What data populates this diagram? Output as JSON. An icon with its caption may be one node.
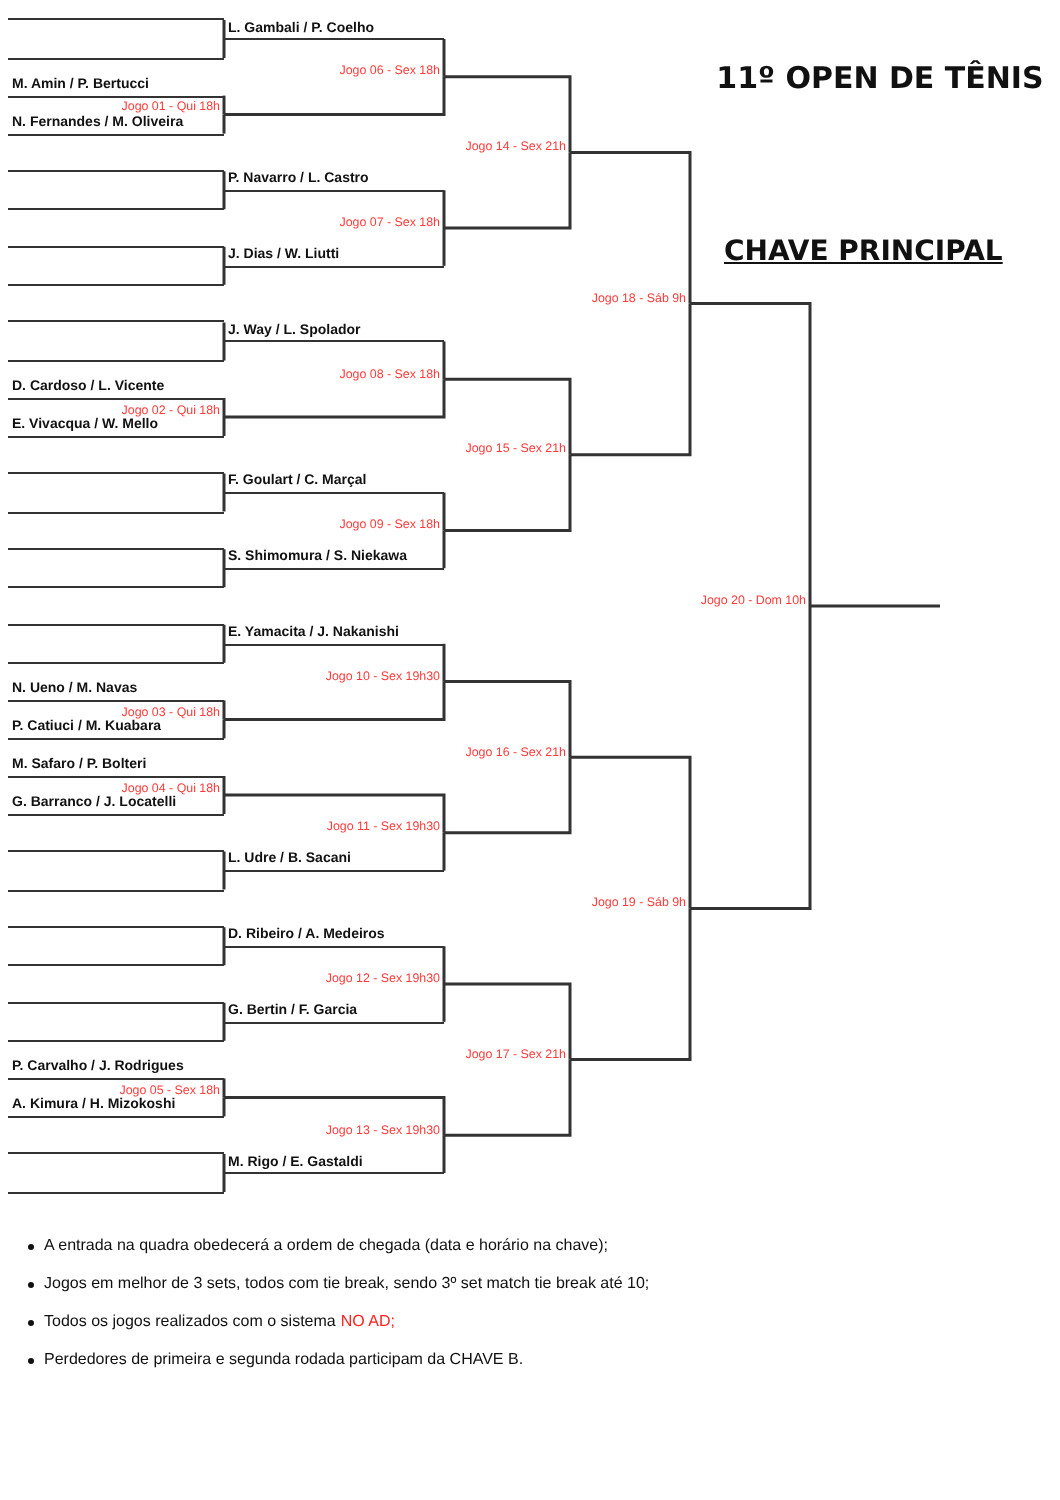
{
  "diagram": {
    "title": "11º OPEN DE TÊNIS",
    "nodes": [
      {
        "text": [],
        "shape": "bracket"
      },
      {
        "text": [
          "L. Gambali / P. Coelho"
        ]
      },
      {
        "text": [
          "M. Amin / P. Bertucci"
        ]
      },
      {
        "text": [
          "Jogo 01 - Qui 18h"
        ]
      },
      {
        "text": [
          "N. Fernandes / M. Oliveira"
        ]
      },
      {
        "text": [
          "Jogo 06 - Sex 18h"
        ]
      },
      {
        "text": [],
        "shape": "bracket"
      },
      {
        "text": [
          "P. Navarro / L. Castro"
        ]
      },
      {
        "text": [
          "Jogo 14 - Sex 21h"
        ]
      },
      {
        "text": [],
        "shape": "bracket"
      },
      {
        "text": [
          "J. Dias / W. Liutti"
        ]
      },
      {
        "text": [
          "Jogo 07 - Sex 18h"
        ]
      },
      {
        "text": [],
        "shape": "bracket"
      },
      {
        "text": [
          "J. Way / L. Spolador"
        ]
      },
      {
        "text": [
          "D. Cardoso / L. Vicente"
        ]
      },
      {
        "text": [
          "Jogo 02 - Qui 18h"
        ]
      },
      {
        "text": [
          "Jogo 08 - Sex 18h"
        ]
      },
      {
        "text": [
          "E. Vivacqua / W. Mello"
        ]
      },
      {
        "text": [
          "Jogo 18 - Sáb 9h"
        ]
      },
      {
        "text": [
          "Jogo 15 - Sex 21h"
        ]
      },
      {
        "text": [],
        "shape": "bracket"
      },
      {
        "text": [
          "F. Goulart / C. Marçal"
        ]
      },
      {
        "text": [
          "Jogo 09 - Sex 18h"
        ]
      },
      {
        "text": [],
        "shape": "bracket"
      },
      {
        "text": [
          "S. Shimomura / S. Niekawa"
        ]
      },
      {
        "text": [
          "Jogo 20 - Dom 10h"
        ]
      },
      {
        "text": [],
        "shape": "bracket"
      },
      {
        "text": [
          "E. Yamacita / J. Nakanishi"
        ]
      },
      {
        "text": [
          "N. Ueno / M. Navas"
        ]
      },
      {
        "text": [
          "Jogo 10 - Sex 19h30"
        ]
      },
      {
        "text": [
          "Jogo 03 - Qui 18h"
        ]
      },
      {
        "text": [
          "P. Catiuci / M. Kuabara"
        ]
      },
      {
        "text": [
          "Jogo 16 - Sex 21h"
        ]
      },
      {
        "text": [
          "M. Safaro / P. Bolteri"
        ]
      },
      {
        "text": [
          "Jogo 04 - Qui 18h"
        ]
      },
      {
        "text": [
          "G. Barranco / J. Locatelli"
        ]
      },
      {
        "text": [
          "Jogo 11 - Sex 19h30"
        ]
      },
      {
        "text": [],
        "shape": "bracket"
      },
      {
        "text": [
          "L. Udre / B. Sacani"
        ]
      },
      {
        "text": [
          "Jogo 19 - Sáb 9h"
        ]
      },
      {
        "text": [],
        "shape": "bracket"
      },
      {
        "text": [
          "D. Ribeiro / A. Medeiros"
        ]
      },
      {
        "text": [
          "Jogo 12 - Sex 19h30"
        ]
      },
      {
        "text": [],
        "shape": "bracket"
      },
      {
        "text": [
          "G. Bertin / F. Garcia"
        ]
      },
      {
        "text": [
          "Jogo 17 - Sex 21h"
        ]
      },
      {
        "text": [
          "P. Carvalho / J. Rodrigues"
        ]
      },
      {
        "text": [
          "Jogo 05 - Sex 18h"
        ]
      },
      {
        "text": [
          "A. Kimura / H. Mizokoshi"
        ]
      },
      {
        "text": [
          "Jogo 13 - Sex 19h30"
        ]
      },
      {
        "text": [],
        "shape": "bracket"
      },
      {
        "text": [
          "M. Rigo / E. Gastaldi"
        ]
      }
    ],
    "edges": [
      {
        "from": 0,
        "to": 1,
        "arrow": "none"
      },
      {
        "from": 6,
        "to": 7,
        "arrow": "none"
      },
      {
        "from": 9,
        "to": 10,
        "arrow": "none"
      },
      {
        "from": 12,
        "to": 13,
        "arrow": "none"
      },
      {
        "from": 20,
        "to": 21,
        "arrow": "none"
      },
      {
        "from": 23,
        "to": 24,
        "arrow": "none"
      },
      {
        "from": 26,
        "to": 27,
        "arrow": "none"
      },
      {
        "from": 37,
        "to": 38,
        "arrow": "none"
      },
      {
        "from": 40,
        "to": 41,
        "arrow": "none"
      },
      {
        "from": 43,
        "to": 44,
        "arrow": "none"
      },
      {
        "from": 50,
        "to": 51,
        "arrow": "none"
      },
      {
        "from": 2,
        "to": 3,
        "arrow": "none"
      },
      {
        "from": 4,
        "to": 3,
        "arrow": "none"
      },
      {
        "from": 14,
        "to": 15,
        "arrow": "none"
      },
      {
        "from": 17,
        "to": 15,
        "arrow": "none"
      },
      {
        "from": 28,
        "to": 30,
        "arrow": "none"
      },
      {
        "from": 31,
        "to": 30,
        "arrow": "none"
      },
      {
        "from": 33,
        "to": 34,
        "arrow": "none"
      },
      {
        "from": 35,
        "to": 34,
        "arrow": "none"
      },
      {
        "from": 46,
        "to": 47,
        "arrow": "none"
      },
      {
        "from": 48,
        "to": 47,
        "arrow": "none"
      },
      {
        "from": 1,
        "to": 5,
        "arrow": "none"
      },
      {
        "from": 7,
        "to": 11,
        "arrow": "none"
      },
      {
        "from": 10,
        "to": 11,
        "arrow": "none"
      },
      {
        "from": 13,
        "to": 16,
        "arrow": "none"
      },
      {
        "from": 21,
        "to": 22,
        "arrow": "none"
      },
      {
        "from": 24,
        "to": 22,
        "arrow": "none"
      },
      {
        "from": 27,
        "to": 29,
        "arrow": "none"
      },
      {
        "from": 38,
        "to": 36,
        "arrow": "none"
      },
      {
        "from": 41,
        "to": 42,
        "arrow": "none"
      },
      {
        "from": 44,
        "to": 42,
        "arrow": "none"
      },
      {
        "from": 51,
        "to": 49,
        "arrow": "none"
      },
      {
        "from": 3,
        "to": 5,
        "arrow": "none"
      },
      {
        "from": 15,
        "to": 16,
        "arrow": "none"
      },
      {
        "from": 30,
        "to": 29,
        "arrow": "none"
      },
      {
        "from": 34,
        "to": 36,
        "arrow": "none"
      },
      {
        "from": 47,
        "to": 49,
        "arrow": "none"
      },
      {
        "from": 5,
        "to": 8,
        "arrow": "none"
      },
      {
        "from": 11,
        "to": 8,
        "arrow": "none"
      },
      {
        "from": 16,
        "to": 19,
        "arrow": "none"
      },
      {
        "from": 22,
        "to": 19,
        "arrow": "none"
      },
      {
        "from": 29,
        "to": 32,
        "arrow": "none"
      },
      {
        "from": 36,
        "to": 32,
        "arrow": "none"
      },
      {
        "from": 42,
        "to": 45,
        "arrow": "none"
      },
      {
        "from": 49,
        "to": 45,
        "arrow": "none"
      },
      {
        "from": 8,
        "to": 18,
        "arrow": "none"
      },
      {
        "from": 19,
        "to": 18,
        "arrow": "none"
      },
      {
        "from": 32,
        "to": 39,
        "arrow": "none"
      },
      {
        "from": 45,
        "to": 39,
        "arrow": "none"
      },
      {
        "from": 18,
        "to": 25,
        "arrow": "none"
      },
      {
        "from": 39,
        "to": 25,
        "arrow": "none"
      },
      {
        "from": 25,
        "to": null,
        "arrow": "none"
      }
    ],
    "labels": [
      "CHAVE PRINCIPAL",
      "A entrada na quadra obedecerá a ordem de chegada (data e horário na chave);",
      "Jogos em melhor de 3 sets, todos com tie break, sendo 3º set match tie break até 10;",
      "Todos os jogos realizados com o sistema",
      "NO AD;",
      "Perdedores de primeira e segunda rodada participam da CHAVE B."
    ]
  }
}
